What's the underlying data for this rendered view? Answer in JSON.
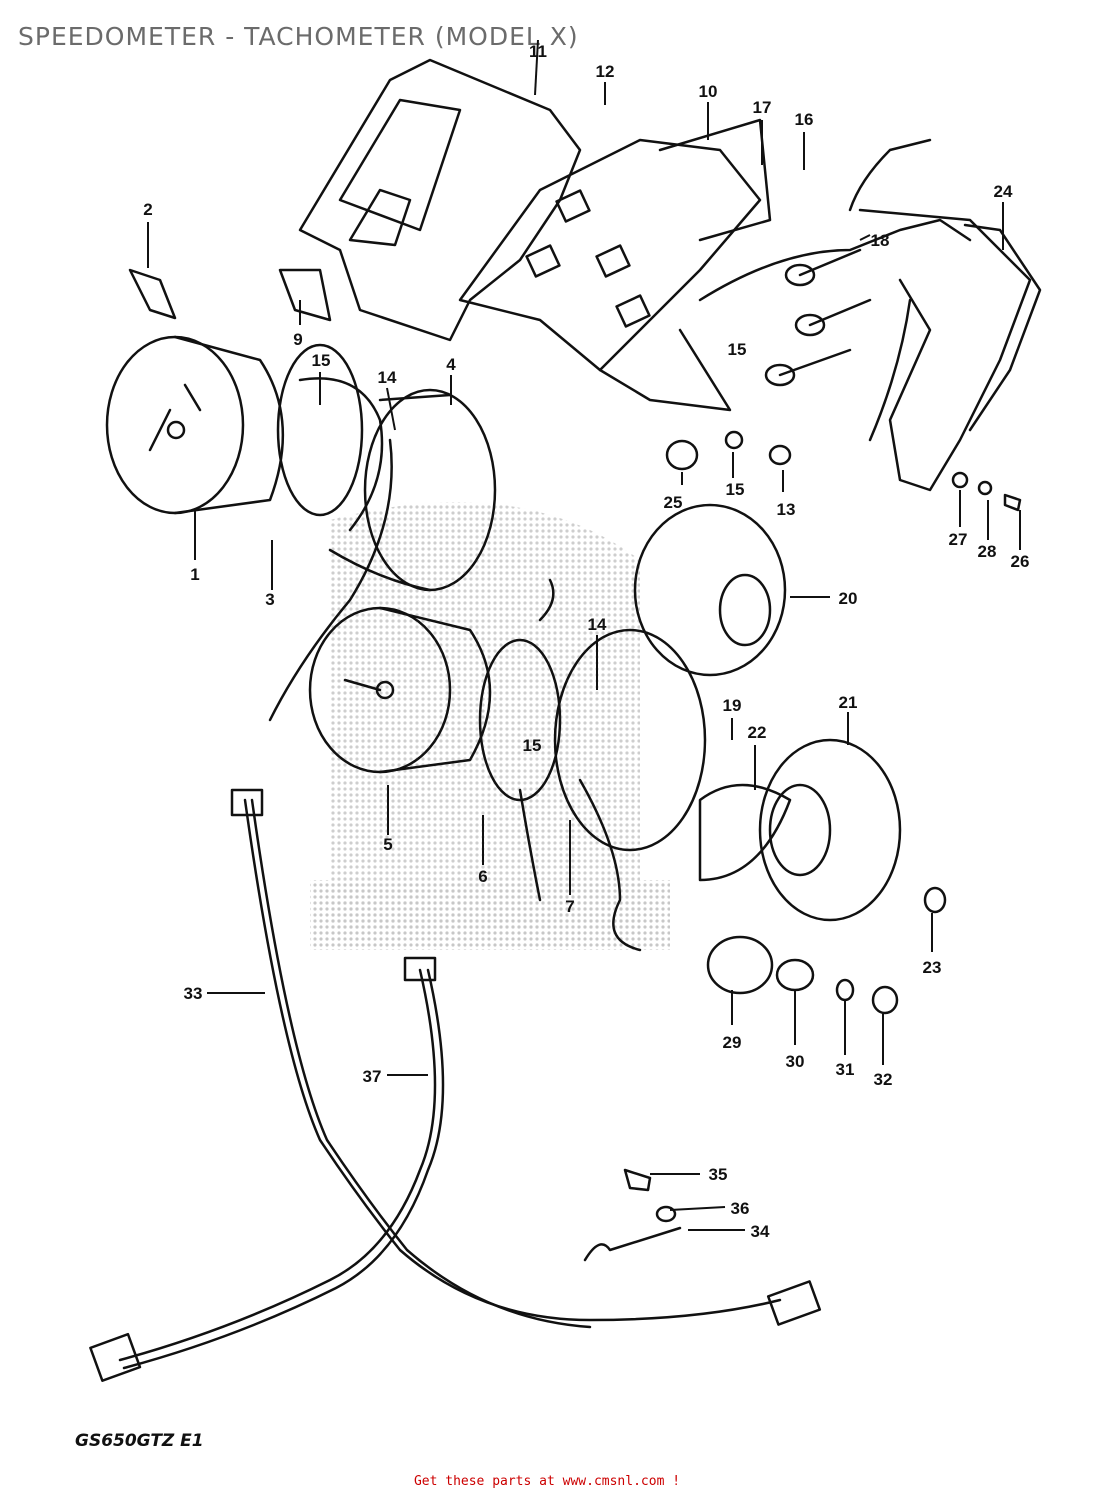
{
  "title": "SPEEDOMETER - TACHOMETER (MODEL X)",
  "model_code": "GS650GTZ E1",
  "footer_link": "Get these parts at www.cmsnl.com  !",
  "part_callouts": [
    "1",
    "2",
    "3",
    "4",
    "5",
    "6",
    "7",
    "9",
    "10",
    "11",
    "12",
    "13",
    "14",
    "14",
    "15",
    "15",
    "15",
    "15",
    "16",
    "17",
    "18",
    "19",
    "20",
    "21",
    "22",
    "23",
    "24",
    "25",
    "26",
    "27",
    "28",
    "29",
    "30",
    "31",
    "32",
    "33",
    "34",
    "35",
    "36",
    "37"
  ],
  "colors": {
    "line": "#111111",
    "title": "#6b6b6b",
    "link": "#cc0000",
    "watermark": "#d9d9d9"
  }
}
